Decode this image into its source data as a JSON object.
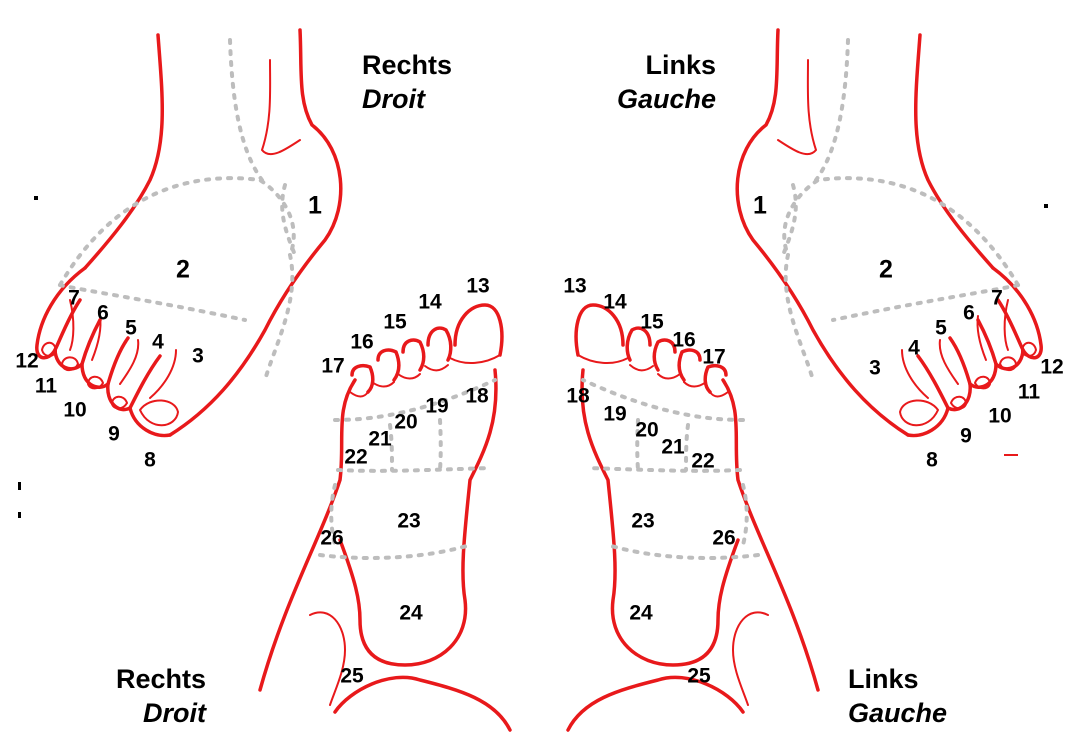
{
  "colors": {
    "outline": "#e8191b",
    "zones": "#bdbdbd",
    "text": "#000000"
  },
  "captions": {
    "top_right_foot": {
      "de": "Rechts",
      "fr": "Droit"
    },
    "top_left_foot": {
      "de": "Links",
      "fr": "Gauche"
    },
    "bottom_right_foot": {
      "de": "Rechts",
      "fr": "Droit"
    },
    "bottom_left_foot": {
      "de": "Links",
      "fr": "Gauche"
    }
  },
  "zones": {
    "dorsal_right": [
      "1",
      "2",
      "3",
      "4",
      "5",
      "6",
      "7",
      "8",
      "9",
      "10",
      "11",
      "12"
    ],
    "dorsal_left": [
      "1",
      "2",
      "3",
      "4",
      "5",
      "6",
      "7",
      "8",
      "9",
      "10",
      "11",
      "12"
    ],
    "plantar_right": [
      "13",
      "14",
      "15",
      "16",
      "17",
      "18",
      "19",
      "20",
      "21",
      "22",
      "23",
      "24",
      "25",
      "26"
    ],
    "plantar_left": [
      "13",
      "14",
      "15",
      "16",
      "17",
      "18",
      "19",
      "20",
      "21",
      "22",
      "23",
      "24",
      "25",
      "26"
    ]
  }
}
